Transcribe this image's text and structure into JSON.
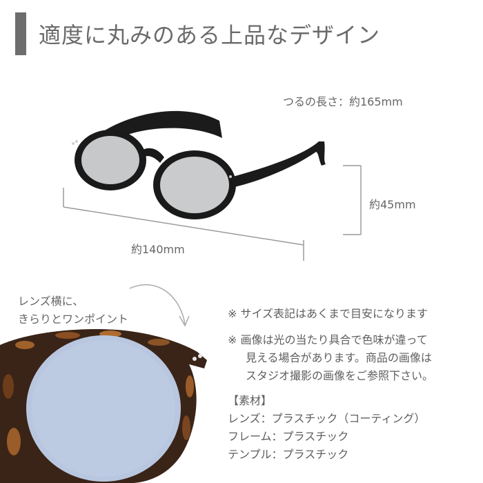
{
  "heading": {
    "title": "適度に丸みのある上品なデザイン"
  },
  "dimensions": {
    "temple_length": "つるの長さ：約165mm",
    "height": "約45mm",
    "width": "約140mm"
  },
  "callout": {
    "line1": "レンズ横に、",
    "line2": "きらりとワンポイント"
  },
  "notes": [
    "※ サイズ表記はあくまで目安になります",
    "※ 画像は光の当たり具合で色味が違って",
    "見える場合があります。商品の画像は",
    "スタジオ撮影の画像をご参照下さい。"
  ],
  "materials": {
    "title": "【素材】",
    "items": [
      "レンズ：プラスチック（コーティング）",
      "フレーム：プラスチック",
      "テンプル：プラスチック"
    ]
  },
  "colors": {
    "accent": "#6d6d6d",
    "frame": "#1a1a1a",
    "lens_gray": "#c9cbcc",
    "lens_blue": "#b5c6e0",
    "tortoise": "#3a2418"
  }
}
